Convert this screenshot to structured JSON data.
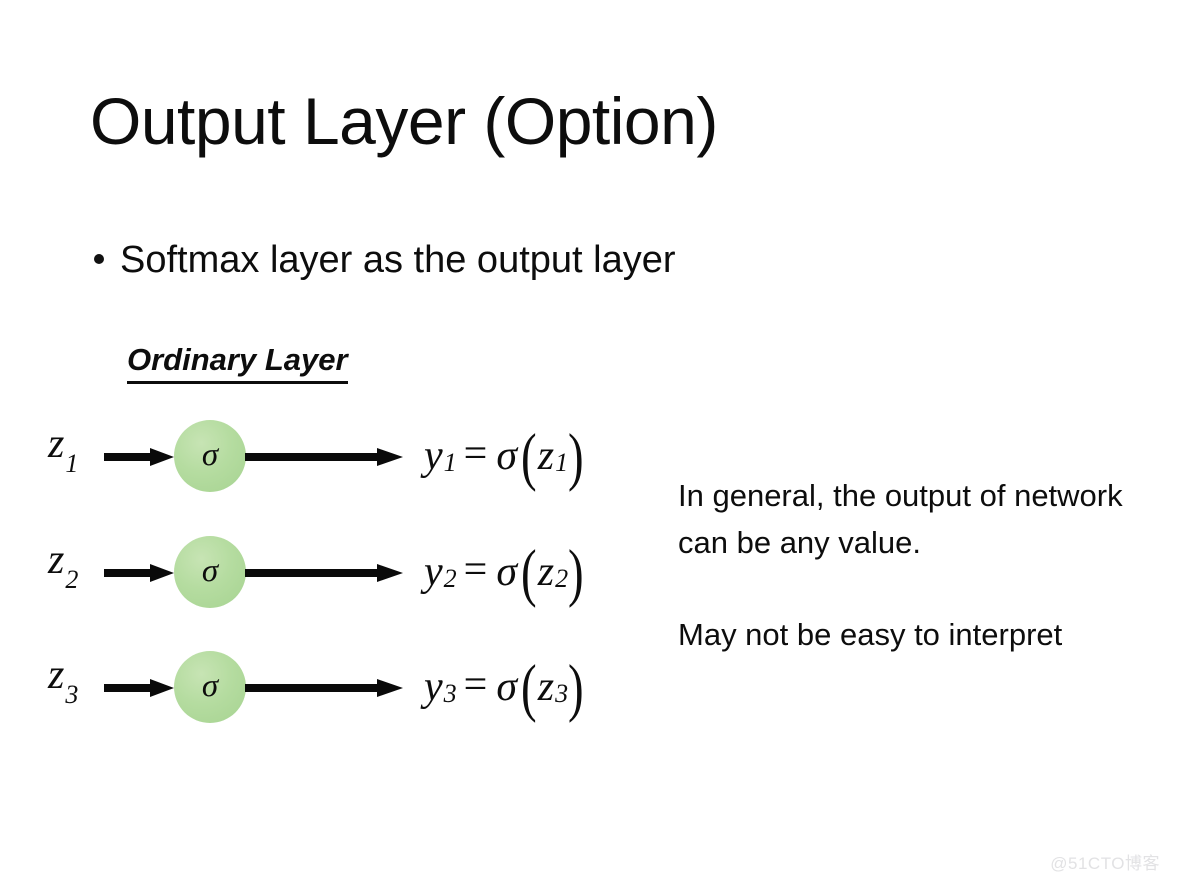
{
  "slide": {
    "title": "Output Layer (Option)",
    "bullet": "Softmax layer as the output layer",
    "section_heading": "Ordinary Layer",
    "watermark": "@51CTO博客",
    "background_color": "#ffffff",
    "text_color": "#0d0d0d",
    "neuron_color": "#b5dca0",
    "arrow_color": "#0a0a0a"
  },
  "diagram": {
    "activation_symbol": "σ",
    "rows": [
      {
        "input_base": "z",
        "input_sub": "1",
        "neuron": "σ",
        "out_base": "y",
        "out_sub": "1",
        "eq_sign": "=",
        "fn": "σ",
        "paren_left": "(",
        "arg_base": "z",
        "arg_sub": "1",
        "paren_right": ")"
      },
      {
        "input_base": "z",
        "input_sub": "2",
        "neuron": "σ",
        "out_base": "y",
        "out_sub": "2",
        "eq_sign": "=",
        "fn": "σ",
        "paren_left": "(",
        "arg_base": "z",
        "arg_sub": "2",
        "paren_right": ")"
      },
      {
        "input_base": "z",
        "input_sub": "3",
        "neuron": "σ",
        "out_base": "y",
        "out_sub": "3",
        "eq_sign": "=",
        "fn": "σ",
        "paren_left": "(",
        "arg_base": "z",
        "arg_sub": "3",
        "paren_right": ")"
      }
    ]
  },
  "notes": {
    "paragraph_1": "In general, the output of network can be any value.",
    "paragraph_2": "May not be easy to interpret"
  }
}
